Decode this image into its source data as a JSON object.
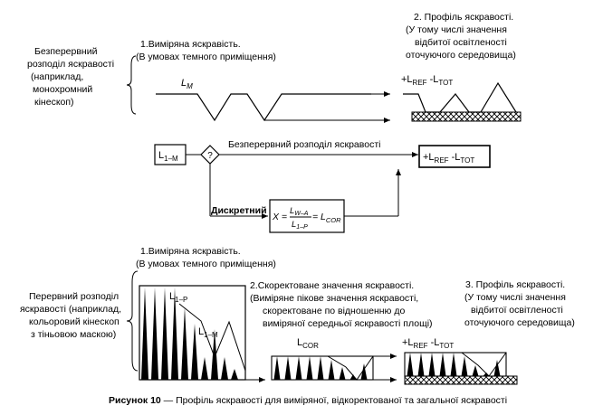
{
  "top": {
    "side_label": [
      "Безперервний",
      "розподіл яскравості",
      "(наприклад,",
      "монохромний",
      "кінескоп)"
    ],
    "measured": [
      "1.Виміряна яскравість.",
      "(В умовах темного приміщення)"
    ],
    "profile": [
      "2. Профіль яскравості.",
      "(У тому числі значення",
      "відбитої освітленості",
      "оточуючого середовища)"
    ],
    "lm_main": "L",
    "lm_sub": "M",
    "ref_prefix": "+L",
    "ref_sub": "REF",
    "tot_prefix": " -L",
    "tot_sub": "TOT"
  },
  "flow": {
    "input_main": "L",
    "input_sub": "1–M",
    "decision": "?",
    "continuous": "Безперервний розподіл яскравості",
    "discrete": "Дискретний",
    "formula_x": "X =",
    "formula_num_main": "L",
    "formula_num_sub": "W–A",
    "formula_den_main": "L",
    "formula_den_sub": "1–P",
    "formula_eq": "= L",
    "formula_cor_sub": "COR",
    "output_prefix": "+L",
    "output_ref_sub": "REF",
    "output_tot_prefix": " -L",
    "output_tot_sub": "TOT"
  },
  "bottom": {
    "measured": [
      "1.Виміряна яскравість.",
      "(В умовах темного приміщення)"
    ],
    "side_label": [
      "Перервний розподіл",
      "яскравості (наприклад,",
      "кольоровий кінескоп",
      "з тіньовою маскою)"
    ],
    "corrected": [
      "2.Скоректоване значення яскравості.",
      "(Виміряне пікове значення яскравості,",
      "скоректоване по відношенню до",
      "виміряної  середньої яскравості площі)"
    ],
    "profile": [
      "3. Профіль яскравості.",
      "(У тому числі значення",
      "відбитої освітленості",
      "оточуючого середовища)"
    ],
    "l1p_main": "L",
    "l1p_sub": "1–P",
    "l1m_main": "L",
    "l1m_sub": "1–M",
    "lcor_main": "L",
    "lcor_sub": "COR",
    "ref_prefix": "+L",
    "ref_sub": "REF",
    "tot_prefix": " -L",
    "tot_sub": "TOT"
  },
  "caption": {
    "bold": "Рисунок 10",
    "rest": " — Профіль яскравості для виміряної, відкоректованої та загальної яскравості"
  }
}
